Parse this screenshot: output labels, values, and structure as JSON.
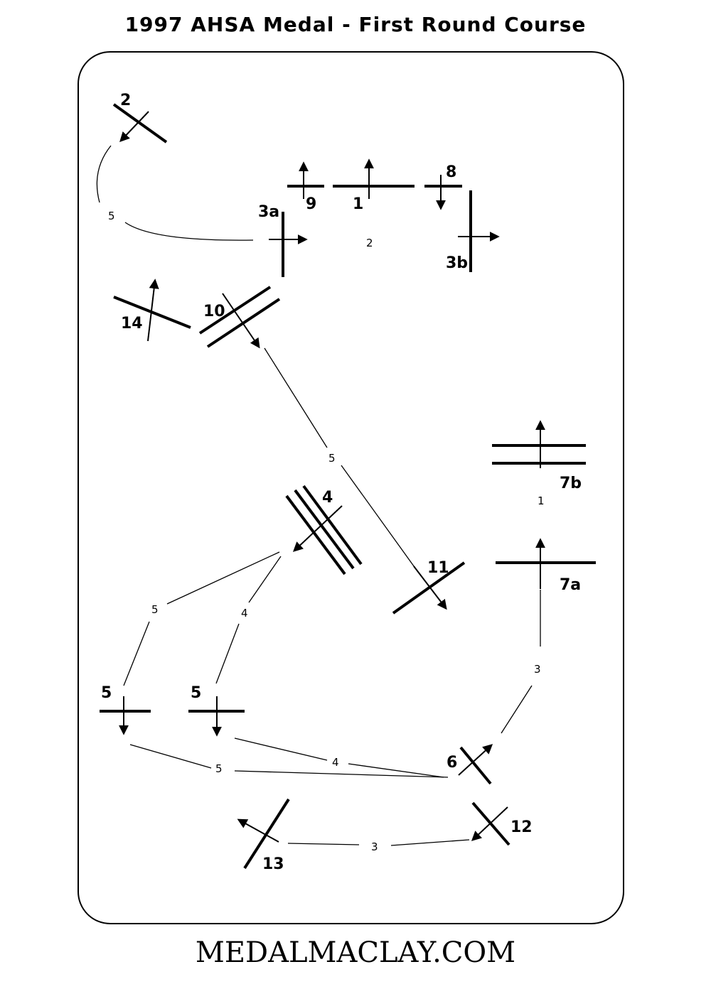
{
  "title": "1997 AHSA Medal - First Round Course",
  "footer": "MEDALMACLAY.COM",
  "fences": {
    "f1": "1",
    "f2": "2",
    "f3a": "3a",
    "f3b": "3b",
    "f4": "4",
    "f5a": "5",
    "f5b": "5",
    "f6": "6",
    "f7a": "7a",
    "f7b": "7b",
    "f8": "8",
    "f9": "9",
    "f10": "10",
    "f11": "11",
    "f12": "12",
    "f13": "13",
    "f14": "14"
  },
  "strides": {
    "s3a_3b": "2",
    "s2_3a": "5",
    "s10_11": "5",
    "s7a_7b": "1",
    "s4_5a": "5",
    "s4_5b": "4",
    "s6_7a": "3",
    "s5a_6": "5",
    "s5b_6": "4",
    "s12_13": "3"
  }
}
